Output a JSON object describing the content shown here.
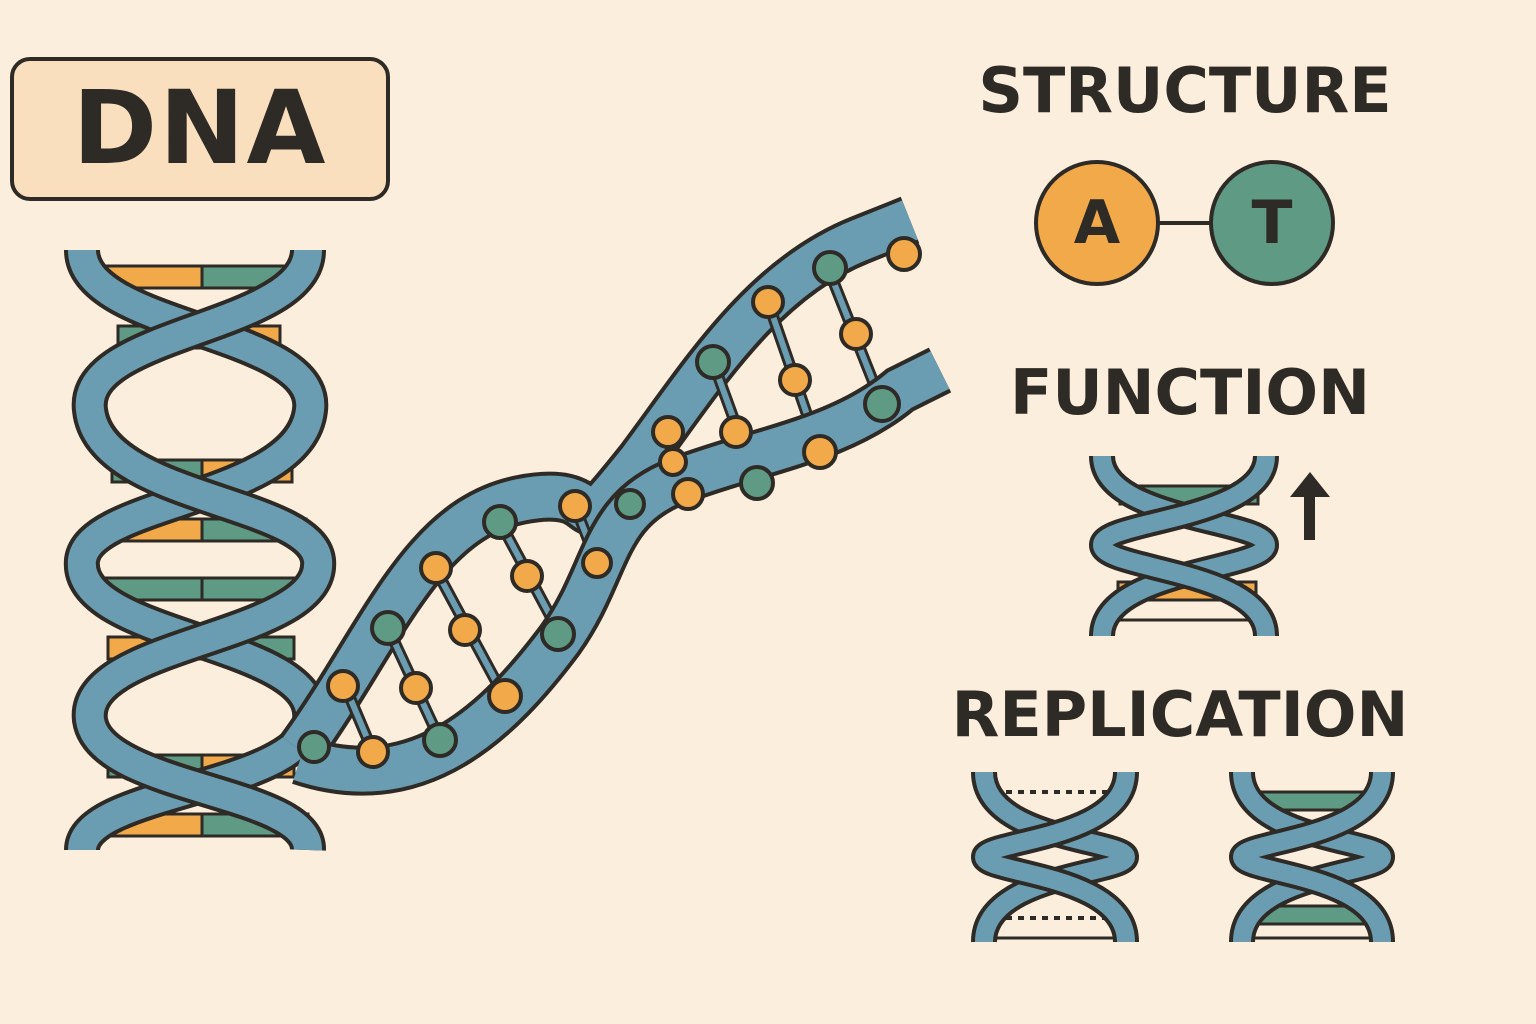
{
  "title": "DNA",
  "sections": {
    "structure": "STRUCTURE",
    "function": "FUNCTION",
    "replication": "REPLICATION"
  },
  "base_pair": {
    "left": "A",
    "right": "T"
  },
  "colors": {
    "background": "#fbeedd",
    "title_box": "#f9dfbd",
    "strand": "#6b9db2",
    "outline": "#2e2a25",
    "orange_base": "#f2a94a",
    "green_base": "#5f9a85"
  },
  "icons": [
    "double-helix-icon",
    "ladder-helix-icon",
    "up-arrow-icon",
    "replication-helix-icon"
  ]
}
